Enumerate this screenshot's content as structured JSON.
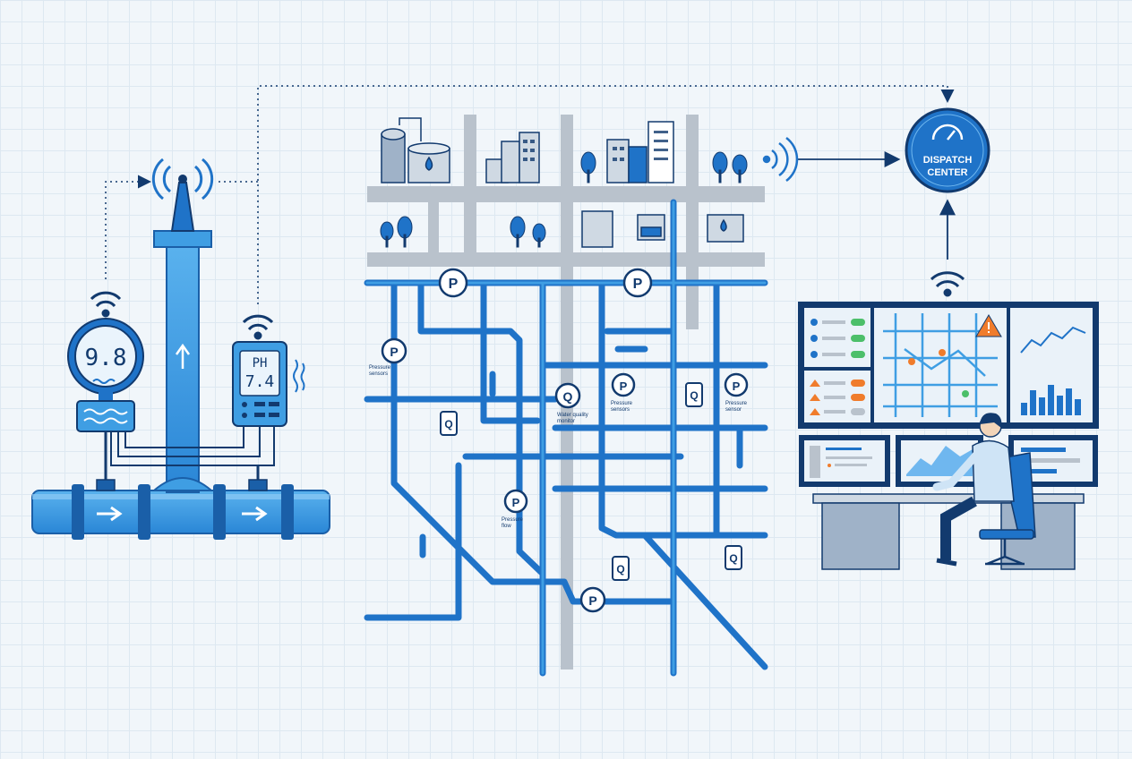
{
  "colors": {
    "background": "#f1f6fa",
    "grid": "#dde8f1",
    "pipe_blue": "#1f73c8",
    "light_blue": "#3f9ee3",
    "navy": "#123a6e",
    "road_gray": "#b9c2cc",
    "building_gray": "#cfd9e3",
    "alert_orange": "#f07c2c",
    "status_green": "#4cbf6a"
  },
  "sensor_station": {
    "pressure_meter": {
      "icon": "pressure-gauge-icon",
      "reading": "9.8"
    },
    "ph_meter": {
      "label": "PH",
      "reading": "7.4"
    },
    "antenna": {
      "icon": "radio-tower-icon"
    }
  },
  "network": {
    "gauge_letter_pressure": "P",
    "gauge_letter_flow": "Q",
    "labels": {
      "pressure_1": "Pressure\nsensors",
      "quality": "Water quality\nmonitor",
      "pressure_2": "Pressure\nsensors",
      "pressure_3": "Pressure\nflow",
      "flow_right": "Pressure\nsensor"
    }
  },
  "dispatch": {
    "line1": "DISPATCH",
    "line2": "CENTER",
    "icon": "gauge-icon"
  },
  "control_room": {
    "alert_icon": "warning-icon",
    "chart_icon": "line-chart-icon"
  }
}
